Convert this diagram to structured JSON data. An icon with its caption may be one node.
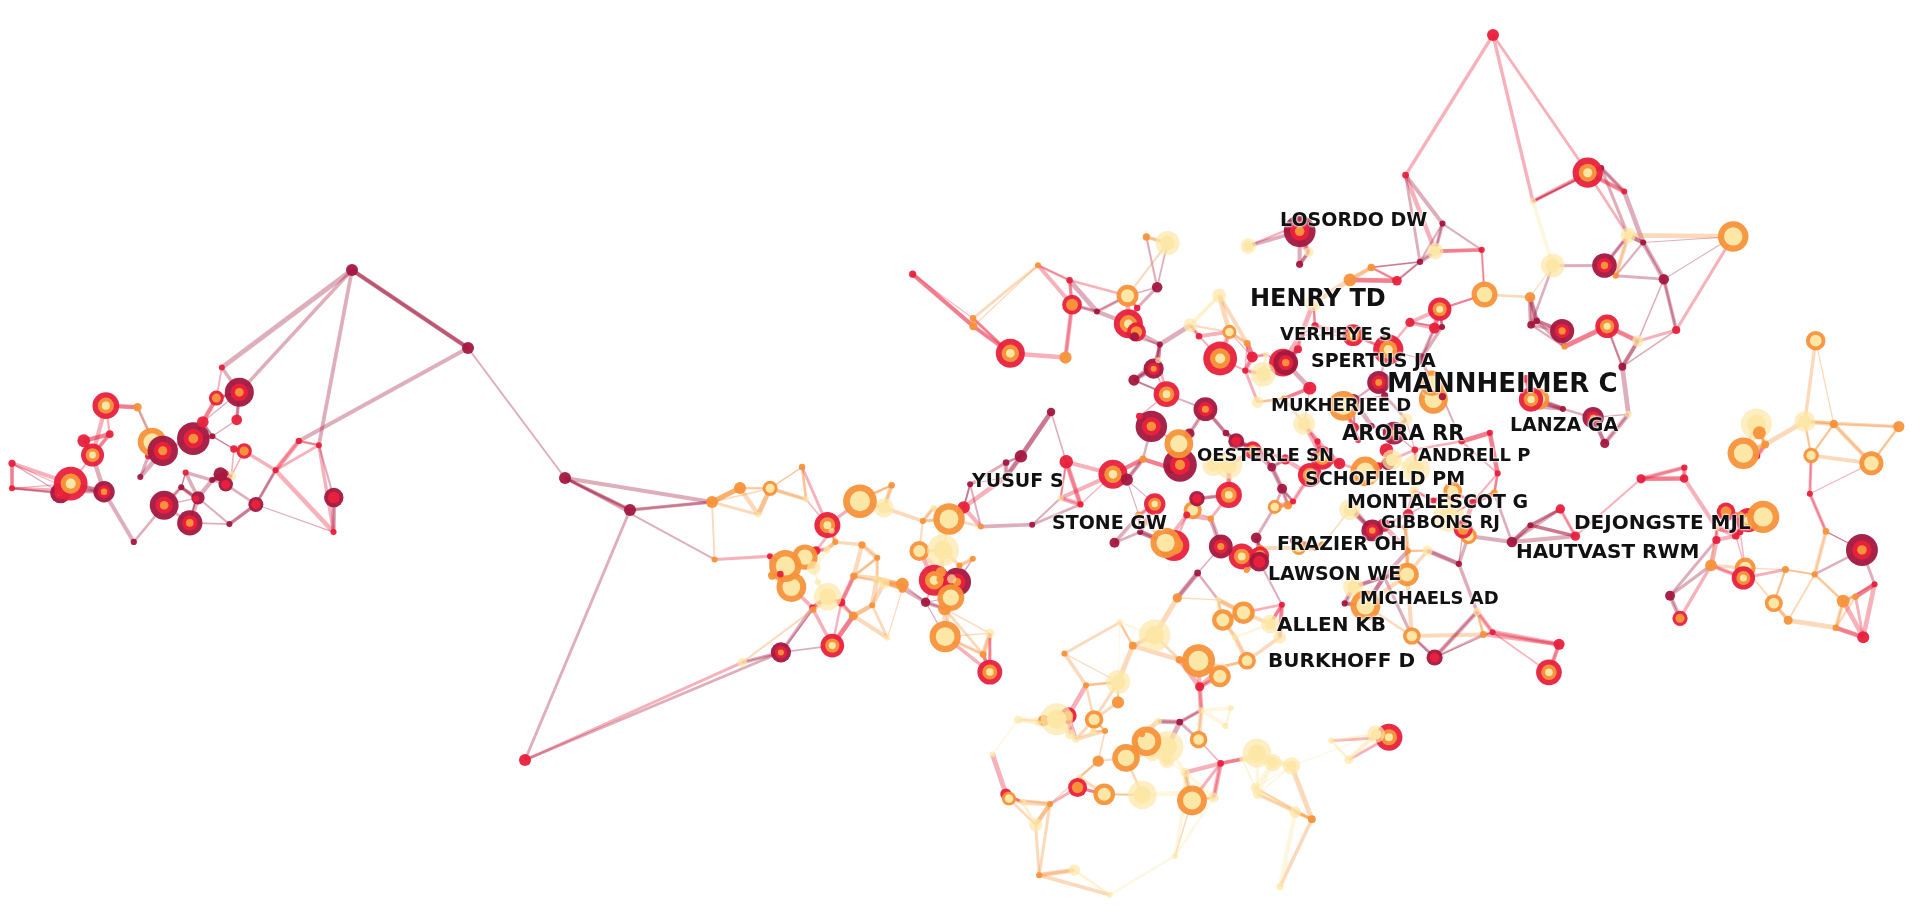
{
  "diagram": {
    "labels": [
      "LOSORDO DW",
      "HENRY TD",
      "VERHEYE S",
      "SPERTUS JA",
      "MANNHEIMER C",
      "MUKHERJEE D",
      "LANZA GA",
      "ARORA RR",
      "OESTERLE SN",
      "ANDRELL P",
      "SCHOFIELD PM",
      "YUSUF S",
      "MONTALESCOT G",
      "GIBBONS RJ",
      "DEJONGSTE MJL",
      "STONE GW",
      "FRAZIER OH",
      "HAUTVAST RWM",
      "LAWSON WE",
      "MICHAELS AD",
      "ALLEN KB",
      "BURKHOFF D"
    ]
  }
}
